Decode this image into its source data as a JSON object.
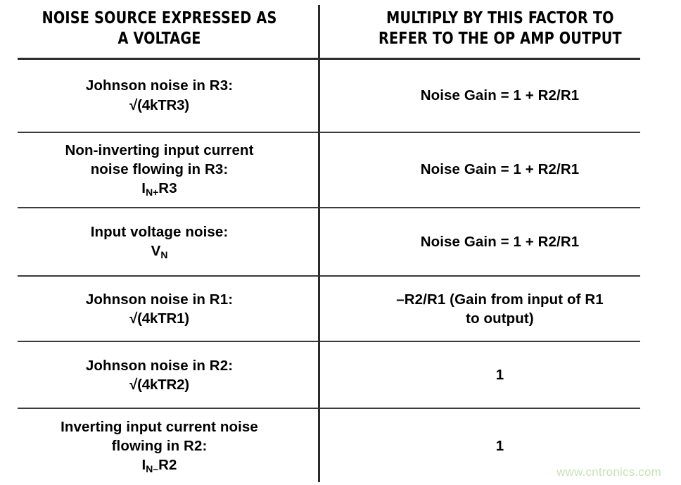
{
  "table": {
    "header": {
      "col1": "NOISE SOURCE EXPRESSED AS A VOLTAGE",
      "col1_line1": "NOISE SOURCE EXPRESSED AS",
      "col1_line2": "A VOLTAGE",
      "col2": "MULTIPLY BY THIS FACTOR TO REFER TO THE OP AMP OUTPUT",
      "col2_line1": "MULTIPLY BY THIS FACTOR TO",
      "col2_line2": "REFER TO THE OP AMP OUTPUT"
    },
    "rows": [
      {
        "source_line1": "Johnson noise in R3:",
        "source_line2": "√(4kTR3)",
        "factor_line1": "Noise Gain = 1 + R2/R1",
        "factor_line2": ""
      },
      {
        "source_line1": "Non-inverting input current",
        "source_line2": "noise flowing in R3:",
        "source_line3_base": "I",
        "source_line3_sub": "N+",
        "source_line3_tail": "R3",
        "factor_line1": "Noise Gain = 1 + R2/R1",
        "factor_line2": ""
      },
      {
        "source_line1": "Input voltage noise:",
        "source_line2_base": "V",
        "source_line2_sub": "N",
        "factor_line1": "Noise Gain = 1 + R2/R1",
        "factor_line2": ""
      },
      {
        "source_line1": "Johnson noise in R1:",
        "source_line2": "√(4kTR1)",
        "factor_line1": "–R2/R1 (Gain from input of R1",
        "factor_line2": "to output)"
      },
      {
        "source_line1": "Johnson noise in R2:",
        "source_line2": "√(4kTR2)",
        "factor_line1": "1",
        "factor_line2": ""
      },
      {
        "source_line1": "Inverting input current noise",
        "source_line2": "flowing in R2:",
        "source_line3_base": "I",
        "source_line3_sub": "N–",
        "source_line3_tail": "R2",
        "factor_line1": "1",
        "factor_line2": ""
      }
    ]
  },
  "watermark": {
    "text": "www.cntronics.com",
    "color": "#c7e3b4"
  }
}
